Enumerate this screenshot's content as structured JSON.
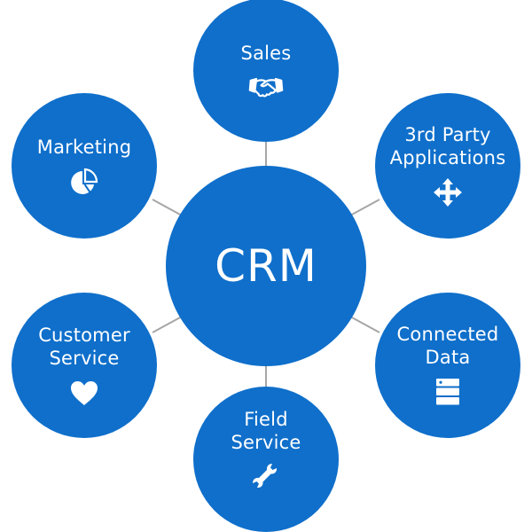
{
  "diagram": {
    "hub": {
      "label": "CRM"
    },
    "nodes": [
      {
        "label_lines": [
          "Sales"
        ],
        "icon": "handshake-icon"
      },
      {
        "label_lines": [
          "Marketing"
        ],
        "icon": "pie-chart-icon"
      },
      {
        "label_lines": [
          "3rd Party",
          "Applications"
        ],
        "icon": "move-arrows-icon"
      },
      {
        "label_lines": [
          "Customer",
          "Service"
        ],
        "icon": "heart-icon"
      },
      {
        "label_lines": [
          "Connected",
          "Data"
        ],
        "icon": "database-icon"
      },
      {
        "label_lines": [
          "Field",
          "Service"
        ],
        "icon": "wrench-icon"
      }
    ],
    "colors": {
      "node_fill": "#0f6fcb",
      "text": "#ffffff",
      "connector": "#a6a6a6",
      "background": "#ffffff"
    }
  }
}
